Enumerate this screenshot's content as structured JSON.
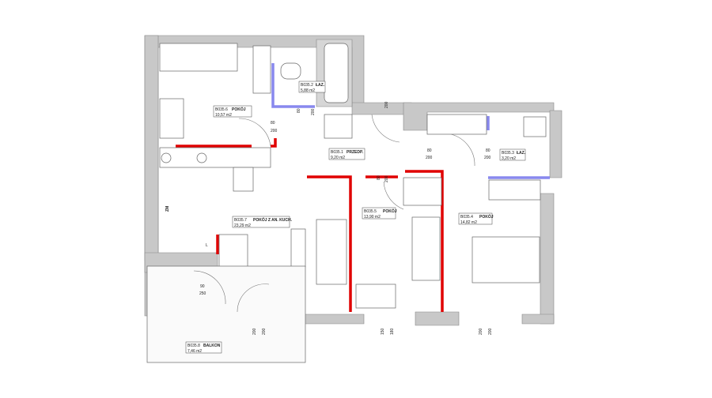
{
  "rooms": [
    {
      "code": "B035.6",
      "name": "POKÓJ",
      "area": "10,57 m2"
    },
    {
      "code": "B035.2",
      "name": "ŁAZ.",
      "area": "5,88 m2"
    },
    {
      "code": "B035.1",
      "name": "PRZEDP.",
      "area": "9,20 m2"
    },
    {
      "code": "B035.3",
      "name": "ŁAZ.",
      "area": "3,20 m2"
    },
    {
      "code": "B035.5",
      "name": "POKÓJ",
      "area": "13,90 m2"
    },
    {
      "code": "B035.4",
      "name": "POKÓJ",
      "area": "14,82 m2"
    },
    {
      "code": "B035.7",
      "name": "POKÓJ Z AN. KUCH.",
      "area": "23,29 m2"
    },
    {
      "code": "B035.8",
      "name": "BALKON",
      "area": "7,46 m2"
    }
  ],
  "doors": [
    {
      "w": "80",
      "h": "200"
    },
    {
      "w": "80",
      "h": "200"
    },
    {
      "w": "80",
      "h": "200"
    },
    {
      "w": "80",
      "h": "200"
    },
    {
      "w": "80",
      "h": "200"
    },
    {
      "w": "90",
      "h": "250"
    }
  ],
  "windows": [
    "200",
    "200",
    "150",
    "180",
    "200",
    "200",
    "200",
    "200"
  ],
  "marks": {
    "zm": "ZM",
    "l": "L"
  }
}
